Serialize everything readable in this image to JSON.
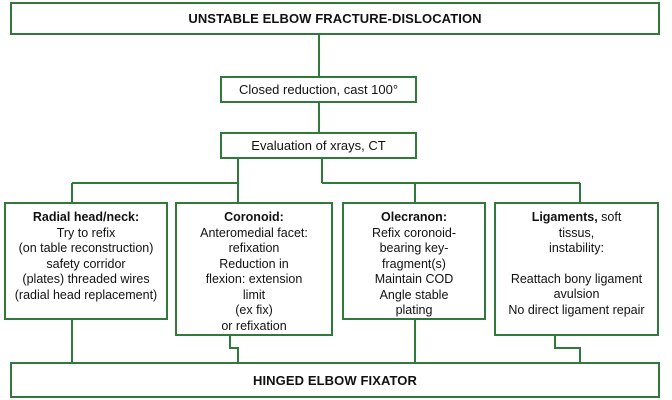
{
  "diagram": {
    "top_title": "UNSTABLE ELBOW FRACTURE-DISLOCATION",
    "step1": "Closed reduction, cast 100°",
    "step2": "Evaluation of xrays, CT",
    "bottom_title": "HINGED ELBOW FIXATOR",
    "colors": {
      "border": "#2f7a3a",
      "text": "#111111",
      "background": "#ffffff"
    },
    "categories": [
      {
        "heading": "Radial head/neck:",
        "lines": [
          "Try to refix",
          "(on table reconstruction)",
          "safety corridor",
          "(plates) threaded wires",
          "(radial head replacement)"
        ]
      },
      {
        "heading": "Coronoid:",
        "lines": [
          "Anteromedial facet:",
          "refixation",
          "Reduction in",
          "flexion: extension",
          "limit",
          "(ex fix)",
          "or refixation"
        ]
      },
      {
        "heading": "Olecranon:",
        "lines": [
          "Refix coronoid-",
          "bearing key-",
          "fragment(s)",
          "Maintain COD",
          "Angle stable",
          "plating"
        ]
      },
      {
        "heading": "Ligaments,",
        "heading_rest": " soft",
        "lines": [
          "tissus,",
          "instability:",
          "",
          "Reattach bony ligament",
          "avulsion",
          "No direct ligament repair"
        ]
      }
    ]
  }
}
